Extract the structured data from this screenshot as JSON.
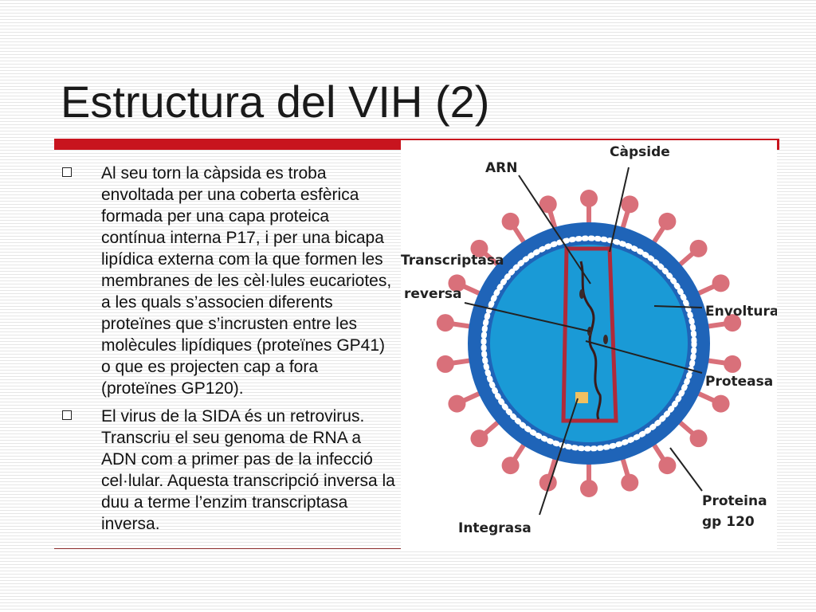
{
  "slide": {
    "title": "Estructura del VIH (2)",
    "bullets": [
      "Al seu torn la càpsida es troba envoltada per una coberta esfèrica formada per una capa proteica contínua interna P17, i per una bicapa lipídica externa com la que formen les membranes de les cèl·lules eucariotes, a les quals s’associen diferents proteïnes que s’incrusten entre les molècules lipídiques (proteïnes GP41) o que es projecten cap a fora (proteïnes GP120).",
      "El virus de la SIDA és un retrovirus. Transcriu el seu genoma de RNA a ADN com a primer pas de la infecció cel·lular. Aquesta transcripció inversa la duu a terme l’enzim transcriptasa inversa."
    ]
  },
  "diagram": {
    "labels": {
      "capside": "Càpside",
      "arn": "ARN",
      "transcriptasa": "Transcriptasa",
      "reversa": "reversa",
      "envoltura": "Envoltura",
      "proteasa": "Proteasa",
      "proteina": "Proteina",
      "gp120": "gp 120",
      "integrasa": "Integrasa"
    },
    "colors": {
      "envelope": "#1f64b8",
      "matrix_dots": "#ffffff",
      "core_fill": "#1a9ad6",
      "capsid_outline": "#b02a3a",
      "spike": "#d9707a",
      "accent_red": "#c8141e"
    }
  }
}
